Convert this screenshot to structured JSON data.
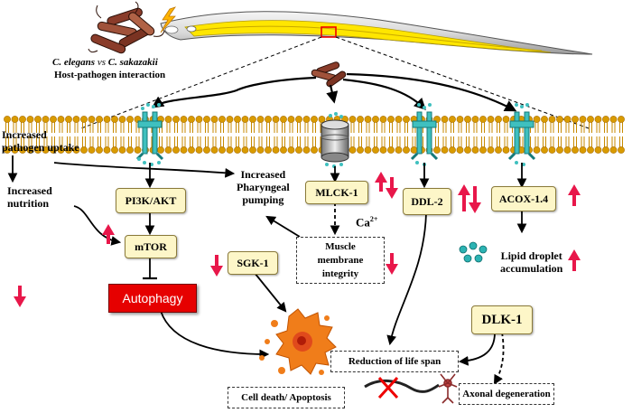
{
  "header": {
    "interaction": "C. elegans vs C. sakazakii",
    "interaction_parts": [
      "C. elegans",
      "vs",
      "C. sakazakii"
    ],
    "subtitle": "Host-pathogen interaction"
  },
  "labels": {
    "increased_pathogen_uptake": [
      "Increased",
      "pathogen uptake"
    ],
    "increased_nutrition": [
      "Increased",
      "nutrition"
    ],
    "increased_pharyngeal_pumping": [
      "Increased",
      "Pharyngeal",
      "pumping"
    ],
    "calcium": "Ca",
    "calcium_sup": "2+",
    "lipid_droplet": [
      "Lipid droplet",
      "accumulation"
    ]
  },
  "nodes": {
    "pi3k_akt": "PI3K/AKT",
    "mtor": "mTOR",
    "autophagy": "Autophagy",
    "sgk1": "SGK-1",
    "mlck1": "MLCK-1",
    "ddl2": "DDL-2",
    "acox": "ACOX-1.4",
    "dlk1": "DLK-1"
  },
  "outcomes": {
    "muscle_membrane": [
      "Muscle",
      "membrane",
      "integrity"
    ],
    "cell_death": "Cell death/ Apoptosis",
    "reduction_life_span": "Reduction of life span",
    "axonal_degeneration": "Axonal degeneration"
  },
  "colors": {
    "arrow_pink": "#e8174a",
    "receptor": "#3fc0bf",
    "autophagy_fill": "#e60000",
    "box_fill": "#fdf6c8",
    "membrane_head": "#d99b00",
    "worm_body": "#ffe600"
  },
  "icons": [
    "worm-icon",
    "bacteria-icon",
    "lightning-icon",
    "ion-channel-icon",
    "receptor-icon",
    "lipid-droplet-icon",
    "dead-worm-icon",
    "neuron-icon",
    "cell-death-burst-icon"
  ]
}
